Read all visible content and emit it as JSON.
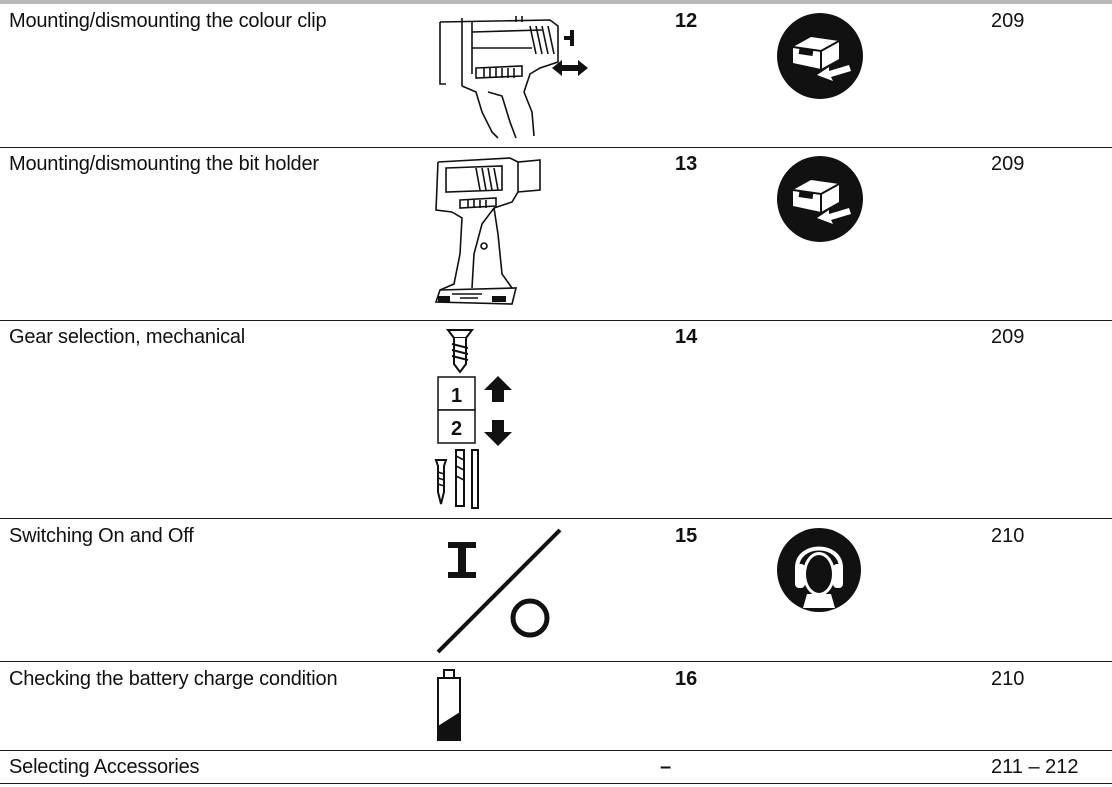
{
  "rows": [
    {
      "action": "Mounting/dismounting the colour clip",
      "figure": "12",
      "page": "209",
      "illustration_icon": "drill-colour-clip-icon",
      "pictogram_icon": "battery-remove-pictogram-icon"
    },
    {
      "action": "Mounting/dismounting the bit holder",
      "figure": "13",
      "page": "209",
      "illustration_icon": "drill-bit-holder-icon",
      "pictogram_icon": "battery-remove-pictogram-icon"
    },
    {
      "action": "Gear selection, mechanical",
      "figure": "14",
      "page": "209",
      "illustration_icon": "gear-selector-icon",
      "gear_labels": [
        "1",
        "2"
      ]
    },
    {
      "action": "Switching On and Off",
      "figure": "15",
      "page": "210",
      "illustration_icon": "on-off-symbol-icon",
      "pictogram_icon": "ear-protection-pictogram-icon"
    },
    {
      "action": "Checking the battery charge condition",
      "figure": "16",
      "page": "210",
      "illustration_icon": "battery-charge-icon"
    },
    {
      "action": "Selecting Accessories",
      "figure": "–",
      "page": "211 – 212"
    }
  ]
}
